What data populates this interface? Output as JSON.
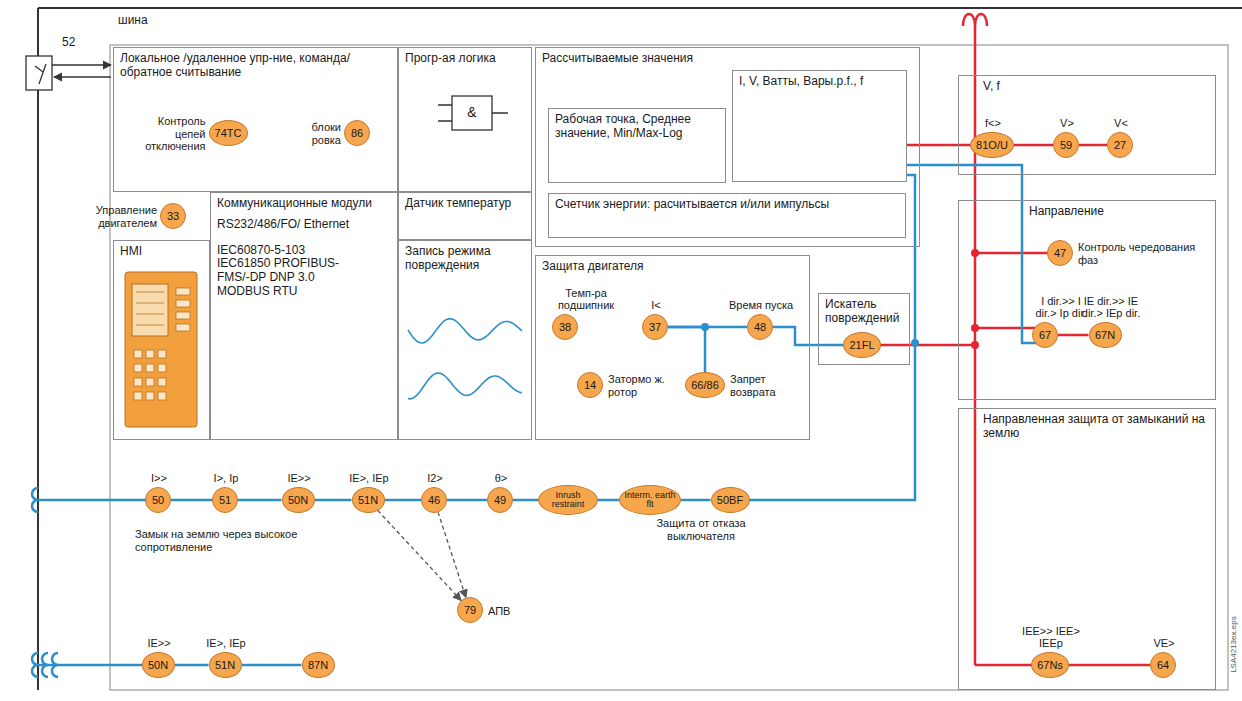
{
  "diagram": {
    "nodes": [
      {
        "text": [
          "Локальное /удаленное упр-ние, команда/обратное считывание"
        ]
      },
      {
        "text": [
          "74TC",
          "Контроль цепей отключения"
        ],
        "in": 0
      },
      {
        "text": [
          "86",
          "блоки ровка"
        ],
        "in": 0
      },
      {
        "text": [
          "Прогр-ая логика"
        ]
      },
      {
        "text": [
          "33",
          "Управление двигателем"
        ]
      },
      {
        "text": [
          "Коммуникационные модули",
          "RS232/486/FO/ Ethernet",
          "IEC60870-5-103 IEC61850 PROFIBUS-FMS/-DP DNP 3.0 MODBUS RTU"
        ]
      },
      {
        "text": [
          "HMI"
        ]
      },
      {
        "text": [
          "Датчик температур"
        ]
      },
      {
        "text": [
          "Запись режима повреждения"
        ]
      },
      {
        "text": [
          "Рассчитываемые значения"
        ]
      },
      {
        "text": [
          "Рабочая точка, Среднее значение, Min/Max-Log"
        ],
        "in": 9
      },
      {
        "text": [
          "I, V, Ватты, Вары.p.f., f"
        ],
        "in": 9
      },
      {
        "text": [
          "Счетчик энергии: расчитывается и/или импульсы"
        ],
        "in": 9
      },
      {
        "text": [
          "V, f"
        ]
      },
      {
        "text": [
          "81O/U",
          "f<>"
        ],
        "in": 13
      },
      {
        "text": [
          "59",
          "V>"
        ],
        "in": 13
      },
      {
        "text": [
          "27",
          "V<"
        ],
        "in": 13
      },
      {
        "text": [
          "Защита двигателя"
        ]
      },
      {
        "text": [
          "38",
          "Темп-ра подшипник"
        ],
        "in": 17
      },
      {
        "text": [
          "37",
          "I<"
        ],
        "in": 17
      },
      {
        "text": [
          "48",
          "Время пуска"
        ],
        "in": 17
      },
      {
        "text": [
          "14",
          "Затормо ж. ротор"
        ],
        "in": 17
      },
      {
        "text": [
          "66/86",
          "Запрет возврата"
        ],
        "in": 17
      },
      {
        "text": [
          "Искатель повреждений"
        ]
      },
      {
        "text": [
          "21FL"
        ],
        "in": 23
      },
      {
        "text": [
          "Направление"
        ]
      },
      {
        "text": [
          "47",
          "Контроль чередования фаз"
        ],
        "in": 25
      },
      {
        "text": [
          "67",
          "I dir.>> I dir.> Ip dir."
        ],
        "in": 25
      },
      {
        "text": [
          "67N",
          "IE dir.>> IE dir.> IEp dir."
        ],
        "in": 25
      },
      {
        "text": [
          "50",
          "I>>"
        ]
      },
      {
        "text": [
          "51",
          "I>, Ip"
        ]
      },
      {
        "text": [
          "50N",
          "IE>>"
        ]
      },
      {
        "text": [
          "51N",
          "IE>, IEp"
        ]
      },
      {
        "text": [
          "46",
          "I2>"
        ]
      },
      {
        "text": [
          "49",
          "θ>"
        ]
      },
      {
        "text": [
          "Inrush restraint"
        ]
      },
      {
        "text": [
          "Interm. earth flt"
        ]
      },
      {
        "text": [
          "50BF",
          "Защита от отказа выключателя"
        ]
      },
      {
        "text": [
          "Направленная защита от замыканий на землю"
        ]
      },
      {
        "text": [
          "67Ns",
          "IEE>> IEE> IEEp"
        ],
        "in": 38
      },
      {
        "text": [
          "64",
          "VE>"
        ],
        "in": 38
      },
      {
        "text": [
          "79",
          "АПВ"
        ]
      },
      {
        "text": [
          "50N",
          "IE>>"
        ]
      },
      {
        "text": [
          "51N",
          "IE>, IEp"
        ]
      },
      {
        "text": [
          "87N"
        ]
      }
    ],
    "edges": [
      {
        "from": 29,
        "to": 30,
        "arrow": "none"
      },
      {
        "from": 30,
        "to": 31,
        "arrow": "none"
      },
      {
        "from": 31,
        "to": 32,
        "arrow": "none"
      },
      {
        "from": 32,
        "to": 33,
        "arrow": "none"
      },
      {
        "from": 33,
        "to": 34,
        "arrow": "none"
      },
      {
        "from": 34,
        "to": 35,
        "arrow": "none"
      },
      {
        "from": 35,
        "to": 36,
        "arrow": "none"
      },
      {
        "from": 36,
        "to": 37,
        "arrow": "none"
      },
      {
        "from": 42,
        "to": 43,
        "arrow": "none"
      },
      {
        "from": 43,
        "to": 44,
        "arrow": "none"
      },
      {
        "from": 19,
        "to": 20,
        "arrow": "none"
      },
      {
        "from": 19,
        "to": 22,
        "arrow": "none"
      },
      {
        "from": 20,
        "to": 24,
        "arrow": "none"
      },
      {
        "from": 14,
        "to": 15,
        "arrow": "none"
      },
      {
        "from": 15,
        "to": 16,
        "arrow": "none"
      },
      {
        "from": 39,
        "to": 40,
        "arrow": "none"
      },
      {
        "from": 27,
        "to": 28,
        "arrow": "none"
      },
      {
        "from": 32,
        "to": 41,
        "arrow": "to"
      },
      {
        "from": 33,
        "to": 41,
        "arrow": "to"
      }
    ],
    "labels": [
      "шина",
      "52",
      "Замык на землю через высокое сопротивление",
      "LSA4213ex.eps",
      "&"
    ]
  }
}
